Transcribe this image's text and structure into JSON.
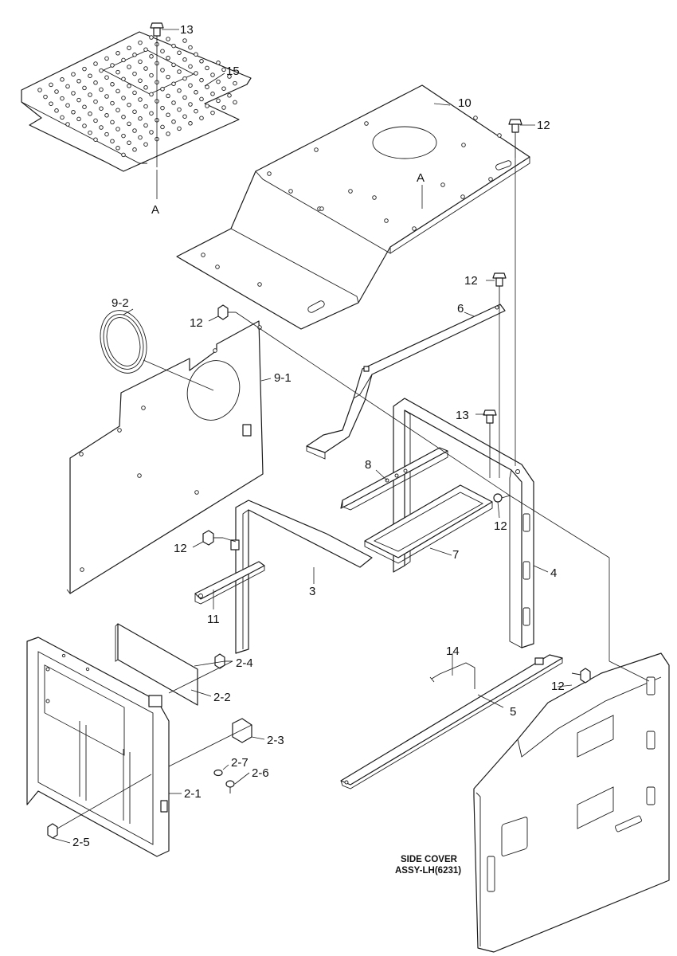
{
  "callouts": {
    "c13a": "13",
    "c15": "15",
    "cA1": "A",
    "c10": "10",
    "c12a": "12",
    "cA2": "A",
    "c12b": "12",
    "c92": "9-2",
    "c12c": "12",
    "c6": "6",
    "c91": "9-1",
    "c13b": "13",
    "c8": "8",
    "c12d": "12",
    "c7": "7",
    "c12e": "12",
    "c3": "3",
    "c4": "4",
    "c11": "11",
    "c14": "14",
    "c24": "2-4",
    "c22": "2-2",
    "c12f": "12",
    "c5": "5",
    "c23": "2-3",
    "c27": "2-7",
    "c26": "2-6",
    "c21": "2-1",
    "c25": "2-5"
  },
  "side_cover": {
    "line1": "SIDE COVER",
    "line2": "ASSY-LH(6231)"
  },
  "colors": {
    "line": "#1a1a1a",
    "background": "#ffffff"
  }
}
